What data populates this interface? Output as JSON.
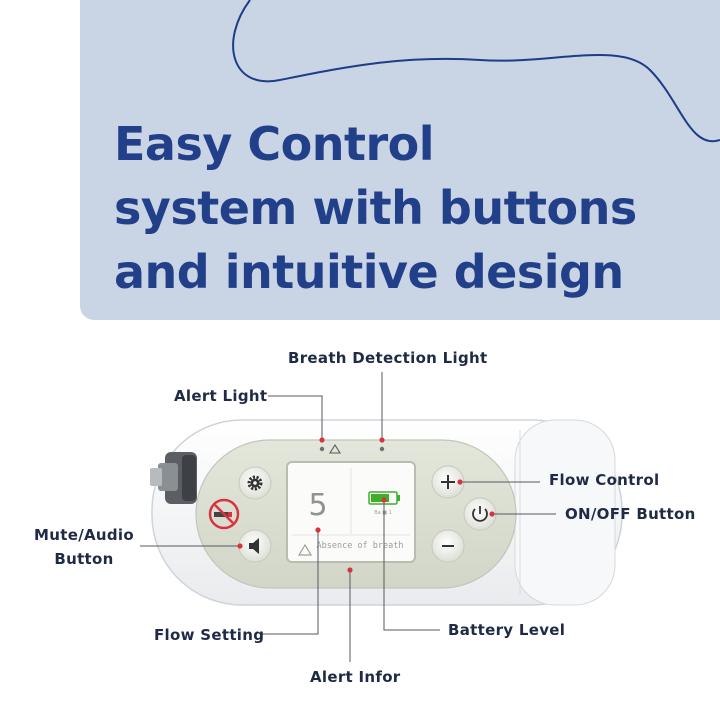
{
  "headline": {
    "line1": "Easy Control",
    "line2": "system with buttons",
    "line3": "and intuitive design"
  },
  "colors": {
    "banner": "#c9d4e4",
    "headline": "#223f8a",
    "label": "#1f2a44",
    "marker": "#d8343f",
    "battery": "#3fae2a"
  },
  "labels": {
    "breath_detection_light": "Breath Detection Light",
    "alert_light": "Alert Light",
    "flow_control": "Flow Control",
    "on_off_button": "ON/OFF Button",
    "mute_audio_line1": "Mute/Audio",
    "mute_audio_line2": "Button",
    "flow_setting": "Flow Setting",
    "battery_level": "Battery Level",
    "alert_infor": "Alert Infor"
  },
  "device": {
    "screen": {
      "flow_value": "5",
      "alert_text": "Absence of breath",
      "battery_small_text": "Ba ■ 1"
    },
    "buttons": [
      {
        "name": "settings",
        "icon": "gear-icon"
      },
      {
        "name": "no-smoking",
        "icon": "no-smoking-icon"
      },
      {
        "name": "mute",
        "icon": "speaker-icon"
      },
      {
        "name": "flow-plus",
        "icon": "plus-icon"
      },
      {
        "name": "power",
        "icon": "power-icon"
      },
      {
        "name": "flow-minus",
        "icon": "minus-icon"
      }
    ],
    "battery_level": 0.75
  }
}
